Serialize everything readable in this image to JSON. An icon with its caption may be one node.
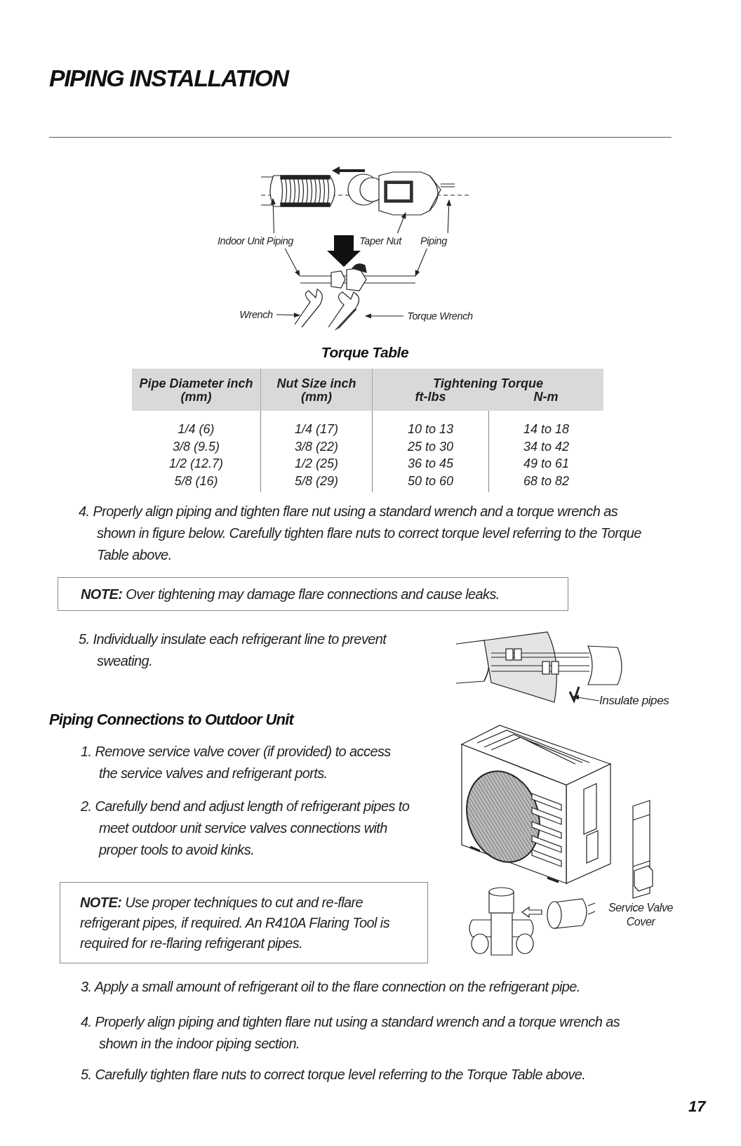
{
  "diagram": {
    "title": "PIPING INSTALLATION",
    "nodes": [
      {
        "text": [
          "Indoor Unit Piping"
        ]
      },
      {
        "text": [
          "Taper Nut"
        ]
      },
      {
        "text": [
          "Piping"
        ]
      },
      {
        "text": [
          "Wrench"
        ]
      },
      {
        "text": [
          "Torque Wrench"
        ]
      },
      {
        "text": [
          "**NOTE:** Over tightening may damage flare connections and cause leaks."
        ]
      },
      {
        "text": [
          "Insulate pipes"
        ]
      },
      {
        "text": [
          "**NOTE:** Use proper techniques to cut and re-flare refrigerant pipes, if required. An R410A Flaring Tool is required for re-flaring refrigerant pipes."
        ]
      }
    ],
    "edges": [
      {
        "from": 0,
        "to": null,
        "arrow": "to"
      },
      {
        "from": 0,
        "to": null,
        "arrow": "to"
      },
      {
        "from": 1,
        "to": null,
        "arrow": "to"
      },
      {
        "from": 2,
        "to": null,
        "arrow": "to"
      },
      {
        "from": 2,
        "to": null,
        "arrow": "to"
      },
      {
        "from": 3,
        "to": null,
        "arrow": "to"
      },
      {
        "from": 4,
        "to": null,
        "arrow": "to"
      },
      {
        "from": 6,
        "to": null,
        "arrow": "to"
      }
    ],
    "labels": [
      "Torque Table",
      "Pipe Diameter inch (mm)",
      "Nut Size inch (mm)",
      "Tightening Torque",
      "ft-lbs",
      "N-m",
      "1/4 (6)",
      "1/4 (17)",
      "10 to 13",
      "14 to 18",
      "3/8 (9.5)",
      "3/8 (22)",
      "25 to 30",
      "34 to 42",
      "1/2 (12.7)",
      "1/2 (25)",
      "36 to 45",
      "49 to 61",
      "5/8 (16)",
      "5/8 (29)",
      "50 to 60",
      "68 to 82",
      "4. Properly align piping and tighten flare nut using a standard wrench and a torque wrench as shown in figure below. Carefully tighten flare nuts to correct torque level referring to the Torque Table above.",
      "5. Individually insulate each refrigerant line to prevent sweating.",
      "Piping Connections to Outdoor Unit",
      "1. Remove service valve cover (if provided) to access the service valves and refrigerant ports.",
      "2. Carefully bend and adjust length of refrigerant pipes to meet outdoor unit service valves connections with proper tools to avoid kinks.",
      "Service Valve Cover",
      "3. Apply a small amount of refrigerant oil to the flare connection on the refrigerant pipe.",
      "4. Properly align piping and tighten flare nut using a standard wrench and a torque wrench as shown in the indoor piping section.",
      "5. Carefully tighten flare nuts to correct torque level referring to the Torque Table above.",
      "17"
    ]
  }
}
